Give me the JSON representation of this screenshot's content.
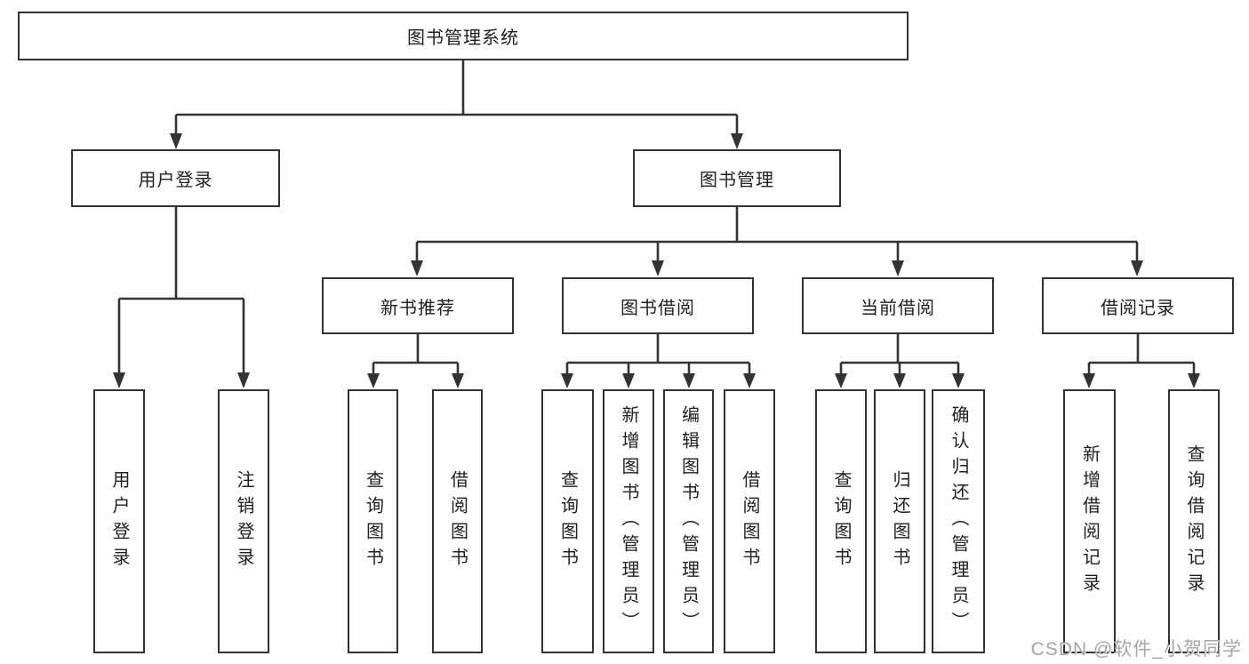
{
  "diagram_title": "图书管理系统",
  "colors": {
    "line": "#333333",
    "box_border": "#333333",
    "box_background": "#ffffff",
    "text": "#1f1f1f",
    "watermark": "#a6a6a6"
  },
  "nodes": {
    "root": {
      "label": "图书管理系统"
    },
    "level2": [
      {
        "id": "user-login",
        "label": "用户登录"
      },
      {
        "id": "book-management",
        "label": "图书管理"
      }
    ],
    "level3": [
      {
        "id": "new-book-recommend",
        "label": "新书推荐"
      },
      {
        "id": "book-borrowing",
        "label": "图书借阅"
      },
      {
        "id": "current-borrowing",
        "label": "当前借阅"
      },
      {
        "id": "borrowing-records",
        "label": "借阅记录"
      }
    ]
  },
  "leaves": [
    {
      "parent": "用户登录",
      "label": "用户登录"
    },
    {
      "parent": "用户登录",
      "label": "注销登录"
    },
    {
      "parent": "新书推荐",
      "label": "查询图书"
    },
    {
      "parent": "新书推荐",
      "label": "借阅图书"
    },
    {
      "parent": "图书借阅",
      "label": "查询图书"
    },
    {
      "parent": "图书借阅",
      "label": "新增图书（管理员）"
    },
    {
      "parent": "图书借阅",
      "label": "编辑图书（管理员）"
    },
    {
      "parent": "图书借阅",
      "label": "借阅图书"
    },
    {
      "parent": "当前借阅",
      "label": "查询图书"
    },
    {
      "parent": "当前借阅",
      "label": "归还图书"
    },
    {
      "parent": "当前借阅",
      "label": "确认归还（管理员）"
    },
    {
      "parent": "借阅记录",
      "label": "新增借阅记录"
    },
    {
      "parent": "借阅记录",
      "label": "查询借阅记录"
    }
  ],
  "watermark": "CSDN @软件_小贺同学"
}
